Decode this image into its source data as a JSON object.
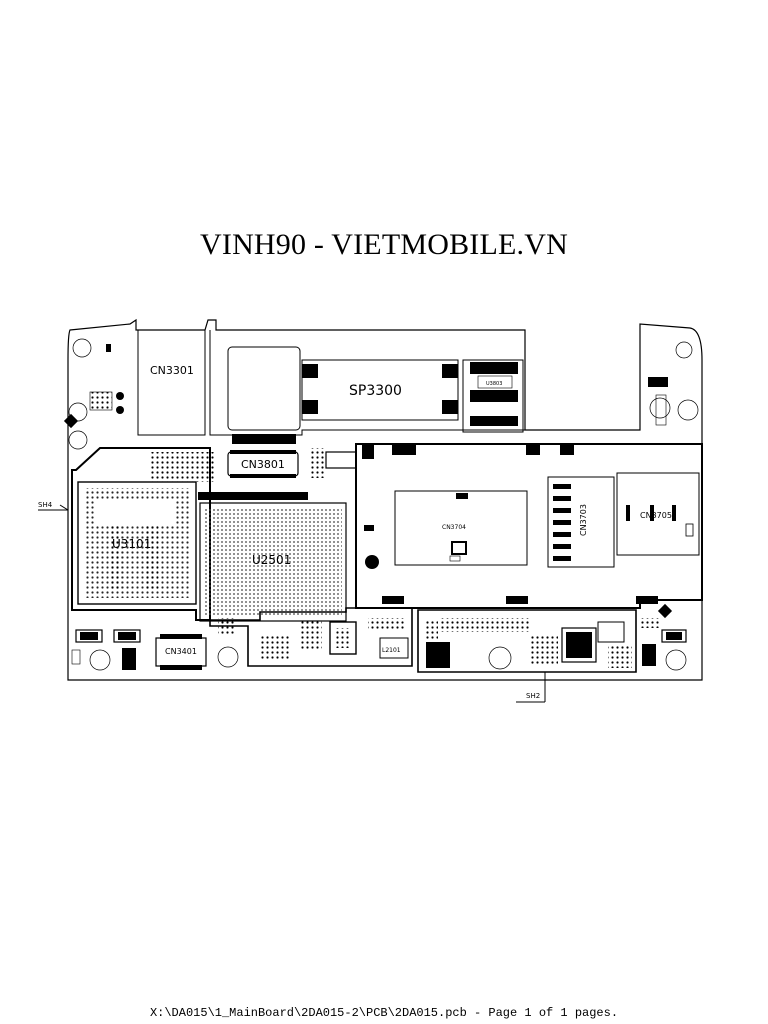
{
  "page": {
    "title": "VINH90 - VIETMOBILE.VN",
    "footer": "X:\\DA015\\1_MainBoard\\2DA015-2\\PCB\\2DA015.pcb - Page 1 of 1 pages."
  },
  "board": {
    "labels": {
      "cn3301": "CN3301",
      "sp3300": "SP3300",
      "cn3801": "CN3801",
      "u3101": "U3101",
      "u2501": "U2501",
      "cn3704": "CN3704",
      "cn3703": "CN3703",
      "cn3705": "CN3705",
      "cn3401": "CN3401",
      "sh4": "SH4",
      "sh2": "SH2",
      "u3803": "U3803",
      "l2101": "L2101"
    }
  },
  "colors": {
    "ink": "#000000",
    "paper": "#ffffff",
    "pad_fill": "#555555"
  }
}
